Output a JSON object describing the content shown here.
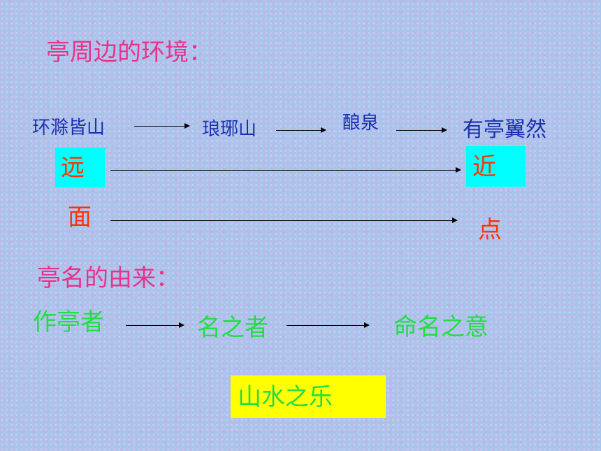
{
  "heading_environment": "亭周边的环境：",
  "environment_chain": [
    "环滁皆山",
    "琅琊山",
    "酿泉",
    "有亭翼然"
  ],
  "yuan": "远",
  "jin": "近",
  "mian": "面",
  "dian": "点",
  "heading_name": "亭名的由来：",
  "name_chain": [
    "作亭者",
    "名之者",
    "命名之意"
  ],
  "conclusion": "山水之乐",
  "colors": {
    "heading": "#e8338a",
    "chain_text": "#1b2fb0",
    "red_text": "#ff3300",
    "green_text": "#22dd44",
    "cyan_box": "#00ffff",
    "yellow_box": "#ffff00"
  }
}
